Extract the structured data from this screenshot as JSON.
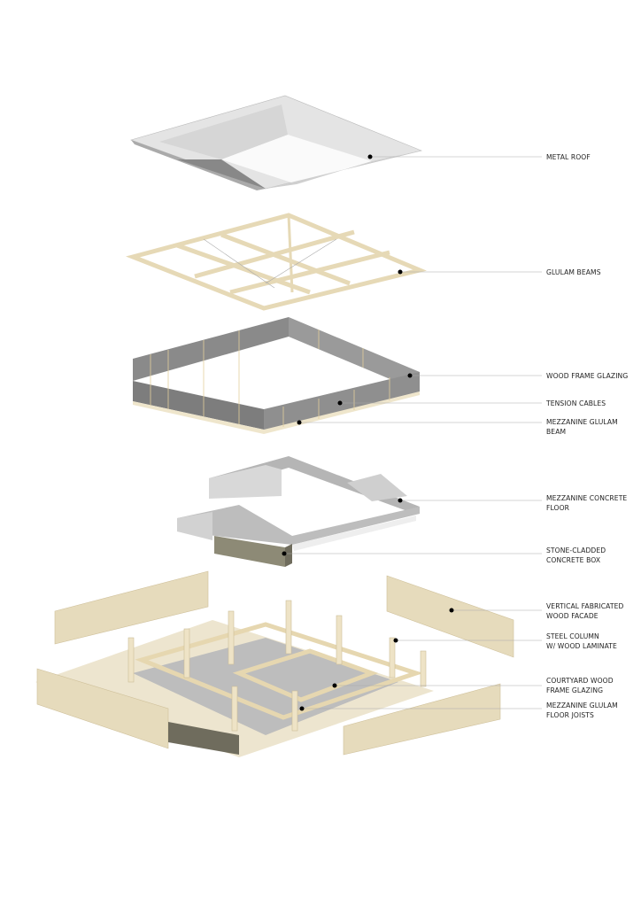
{
  "labels": [
    {
      "l1": "METAL ROOF",
      "l2": ""
    },
    {
      "l1": "GLULAM BEAMS",
      "l2": ""
    },
    {
      "l1": "WOOD FRAME GLAZING",
      "l2": ""
    },
    {
      "l1": "TENSION CABLES",
      "l2": ""
    },
    {
      "l1": "MEZZANINE GLULAM",
      "l2": "BEAM"
    },
    {
      "l1": "MEZZANINE CONCRETE",
      "l2": "FLOOR"
    },
    {
      "l1": "STONE-CLADDED",
      "l2": "CONCRETE BOX"
    },
    {
      "l1": "VERTICAL FABRICATED",
      "l2": "WOOD FACADE"
    },
    {
      "l1": "STEEL COLUMN",
      "l2": "W/ WOOD LAMINATE"
    },
    {
      "l1": "COURTYARD WOOD",
      "l2": "FRAME GLAZING"
    },
    {
      "l1": "MEZZANINE GLULAM",
      "l2": "FLOOR JOISTS"
    }
  ],
  "colors": {
    "wood": "#efe6cc",
    "woodDark": "#d9ccaa",
    "concrete": "#c9c9c9",
    "glass": "#8f8f8f",
    "leader": "#999999"
  }
}
